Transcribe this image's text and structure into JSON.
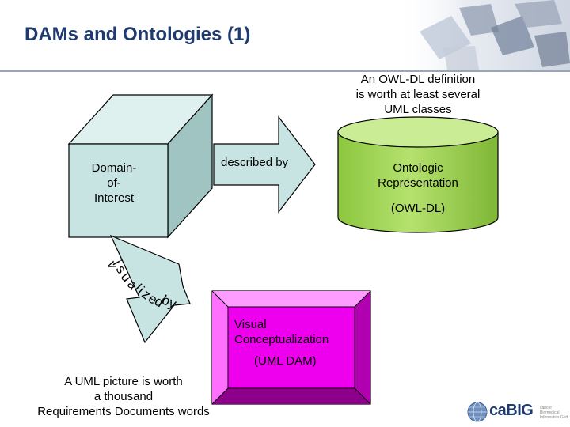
{
  "slide": {
    "title": "DAMs and Ontologies (1)",
    "note_owl": [
      "An OWL-DL definition",
      "is worth at least several",
      "UML classes"
    ],
    "note_uml": [
      "A UML picture is worth",
      "a thousand",
      "Requirements Documents words"
    ]
  },
  "nodes": {
    "domain": [
      "Domain-",
      "of-",
      "Interest"
    ],
    "ontology": [
      "Ontologic",
      "Representation",
      "(OWL-DL)"
    ],
    "visual": [
      "Visual",
      "Conceptualization",
      "(UML DAM)"
    ]
  },
  "edges": {
    "described_by": "described by",
    "visualized_by_chars": [
      "v",
      "i",
      "s",
      "u",
      "a",
      "l",
      "i",
      "z",
      "e",
      "d",
      " ",
      "b",
      "y"
    ]
  },
  "colors": {
    "title": "#1f3a6e",
    "cube_face": "#c7e4e2",
    "cube_top": "#dff1ef",
    "cube_side": "#9fc4c1",
    "arrow": "#c7e4e2",
    "cylinder": "#a3d85a",
    "cylinder_top": "#c9ec95",
    "frame_inner": "#ee00ee",
    "frame_bevel_light": "#ff80ff",
    "frame_bevel_dark": "#8c008c"
  },
  "logo": {
    "text": "caBIG",
    "icon": "globe-icon",
    "tagline": "cancer Biomedical Informatics Grid"
  }
}
